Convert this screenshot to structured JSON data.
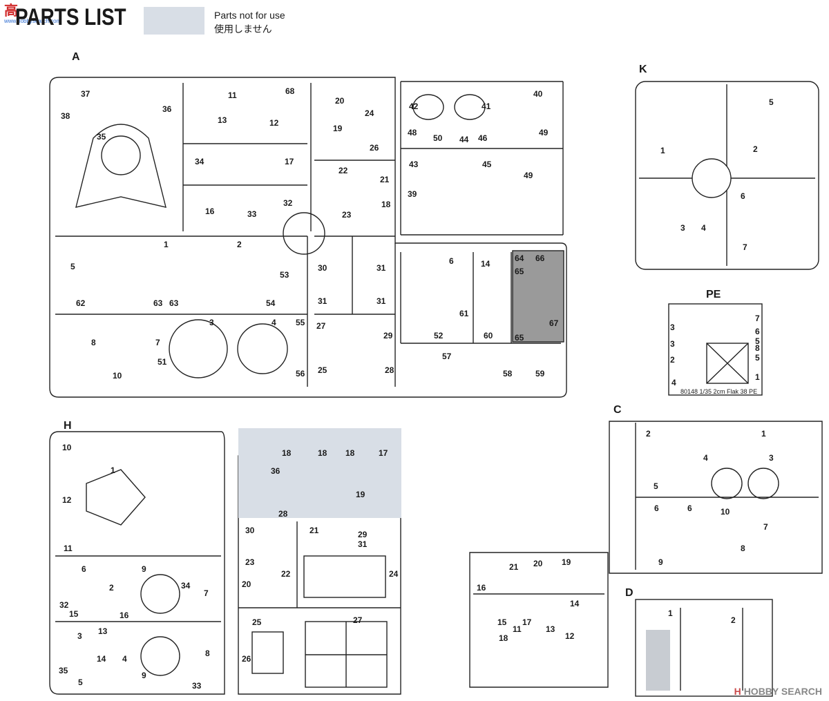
{
  "header": {
    "title": "PARTS LIST",
    "legend_line1": "Parts not for use",
    "legend_line2": "使用しません",
    "logo_zh": "高",
    "logo_url": "www.hobbysearch.com"
  },
  "sprues": {
    "A": "A",
    "K": "K",
    "PE": "PE",
    "H": "H",
    "C": "C",
    "D": "D"
  },
  "pe_caption": "80148  1/35 2cm Flak 38  PE",
  "watermark": {
    "mark": "H",
    "text": "HOBBY SEARCH"
  },
  "part_labels": {
    "A": [
      "37",
      "38",
      "36",
      "35",
      "11",
      "68",
      "13",
      "12",
      "20",
      "24",
      "19",
      "26",
      "42",
      "41",
      "40",
      "48",
      "50",
      "44",
      "46",
      "49",
      "34",
      "17",
      "22",
      "21",
      "43",
      "45",
      "49",
      "16",
      "33",
      "32",
      "23",
      "18",
      "39",
      "5",
      "1",
      "2",
      "53",
      "30",
      "31",
      "31",
      "31",
      "6",
      "14",
      "64",
      "65",
      "66",
      "62",
      "63",
      "63",
      "54",
      "61",
      "67",
      "8",
      "7",
      "3",
      "4",
      "55",
      "27",
      "29",
      "52",
      "60",
      "65",
      "51",
      "10",
      "56",
      "25",
      "28",
      "57",
      "58",
      "59"
    ],
    "K": [
      "1",
      "2",
      "5",
      "3",
      "4",
      "6",
      "7"
    ],
    "PE": [
      "3",
      "7",
      "6",
      "3",
      "5",
      "8",
      "2",
      "5",
      "1",
      "4"
    ],
    "H": [
      "10",
      "1",
      "12",
      "11",
      "18",
      "18",
      "18",
      "17",
      "36",
      "19",
      "28",
      "6",
      "2",
      "9",
      "34",
      "7",
      "32",
      "15",
      "16",
      "30",
      "21",
      "29",
      "23",
      "31",
      "22",
      "24",
      "20",
      "13",
      "3",
      "8",
      "25",
      "27",
      "26",
      "35",
      "14",
      "4",
      "9",
      "33",
      "5"
    ],
    "C": [
      "2",
      "1",
      "4",
      "3",
      "5",
      "6",
      "6",
      "10",
      "7",
      "9",
      "8",
      "21",
      "20",
      "19",
      "16",
      "15",
      "17",
      "13",
      "14",
      "11",
      "18",
      "12"
    ],
    "D": [
      "1",
      "2"
    ]
  }
}
